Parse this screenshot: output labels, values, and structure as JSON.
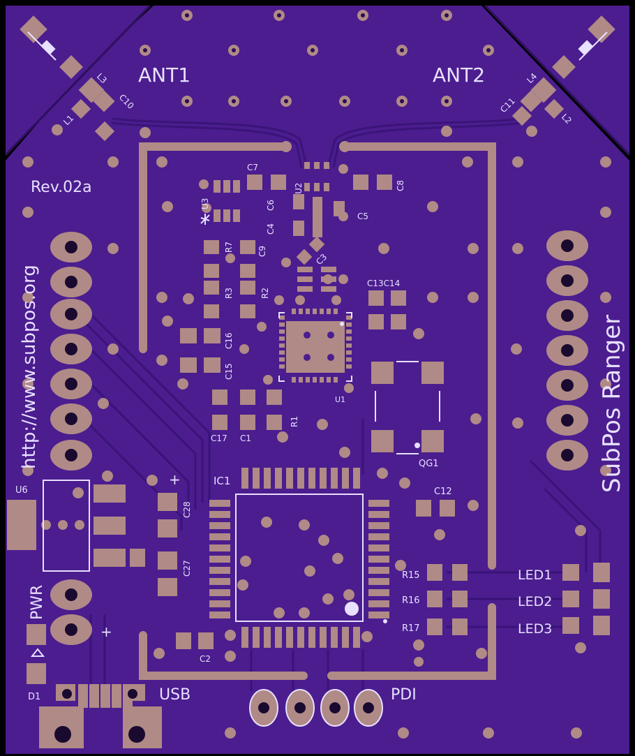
{
  "colors": {
    "board": "#4b1d8f",
    "board_edge": "#3a1278",
    "copper": "#b08a86",
    "silk": "#e8e0ff",
    "drill": "#1a0a30",
    "trace": "#3d1880"
  },
  "labels": {
    "ant1": "ANT1",
    "ant2": "ANT2",
    "rev": "Rev.02a",
    "url": "http://www.subpos.org",
    "product": "SubPos Ranger",
    "pwr": "PWR",
    "usb": "USB",
    "pdi": "PDI",
    "led1": "LED1",
    "led2": "LED2",
    "led3": "LED3",
    "ic1": "IC1",
    "u1": "U1",
    "u2": "U2",
    "u3": "U3",
    "u6": "U6",
    "qg1": "QG1",
    "d1": "D1",
    "l1": "L1",
    "l2": "L2",
    "l3": "L3",
    "l4": "L4",
    "c1": "C1",
    "c2": "C2",
    "c3": "C3",
    "c4": "C4",
    "c5": "C5",
    "c6": "C6",
    "c7": "C7",
    "c8": "C8",
    "c9": "C9",
    "c10": "C10",
    "c11": "C11",
    "c12": "C12",
    "c13c14": "C13C14",
    "c15": "C15",
    "c16": "C16",
    "c17": "C17",
    "c27": "C27",
    "c28": "C28",
    "r1": "R1",
    "r2": "R2",
    "r3": "R3",
    "r7": "R7",
    "r15": "R15",
    "r16": "R16",
    "r17": "R17",
    "plus1": "+",
    "plus2": "+"
  }
}
